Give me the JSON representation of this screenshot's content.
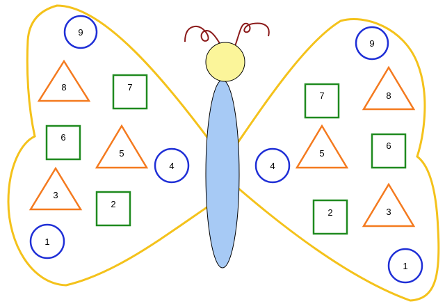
{
  "colors": {
    "wing_outline": "#f4c21b",
    "body_fill": "#a7caf5",
    "body_stroke": "#000000",
    "head_fill": "#fbf59a",
    "head_stroke": "#000000",
    "antenna": "#8b1a1a",
    "circle": "#1f2fd6",
    "square": "#1f8a1f",
    "triangle": "#f47a1f"
  },
  "left_wing": {
    "circles": [
      "9",
      "4",
      "1"
    ],
    "squares": [
      "7",
      "6",
      "2"
    ],
    "triangles": [
      "8",
      "5",
      "3"
    ]
  },
  "right_wing": {
    "circles": [
      "9",
      "4",
      "1"
    ],
    "squares": [
      "7",
      "6",
      "2"
    ],
    "triangles": [
      "8",
      "5",
      "3"
    ]
  }
}
